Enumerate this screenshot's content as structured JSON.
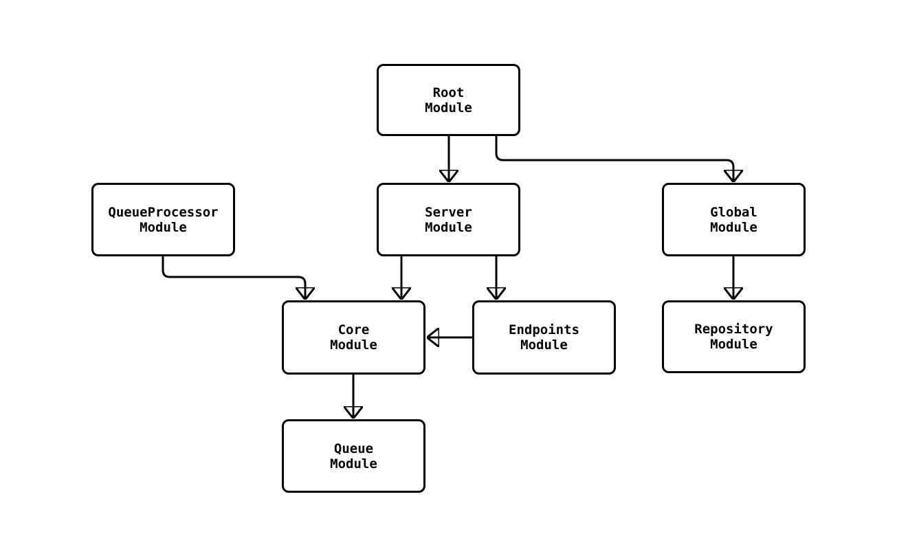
{
  "diagram": {
    "type": "flowchart",
    "background_color": "#ffffff",
    "node_fill_color": "#ffffff",
    "node_border_color": "#000000",
    "edge_color": "#000000",
    "nodes": [
      {
        "id": "root",
        "label_line1": "Root",
        "label_line2": "Module"
      },
      {
        "id": "queue-processor",
        "label_line1": "QueueProcessor",
        "label_line2": "Module"
      },
      {
        "id": "server",
        "label_line1": "Server",
        "label_line2": "Module"
      },
      {
        "id": "global",
        "label_line1": "Global",
        "label_line2": "Module"
      },
      {
        "id": "core",
        "label_line1": "Core",
        "label_line2": "Module"
      },
      {
        "id": "endpoints",
        "label_line1": "Endpoints",
        "label_line2": "Module"
      },
      {
        "id": "repository",
        "label_line1": "Repository",
        "label_line2": "Module"
      },
      {
        "id": "queue",
        "label_line1": "Queue",
        "label_line2": "Module"
      }
    ],
    "edges": [
      {
        "from": "Root Module",
        "to": "Server Module"
      },
      {
        "from": "Root Module",
        "to": "Global Module"
      },
      {
        "from": "QueueProcessor Module",
        "to": "Core Module"
      },
      {
        "from": "Server Module",
        "to": "Core Module"
      },
      {
        "from": "Server Module",
        "to": "Endpoints Module"
      },
      {
        "from": "Endpoints Module",
        "to": "Core Module"
      },
      {
        "from": "Global Module",
        "to": "Repository Module"
      },
      {
        "from": "Core Module",
        "to": "Queue Module"
      }
    ]
  }
}
